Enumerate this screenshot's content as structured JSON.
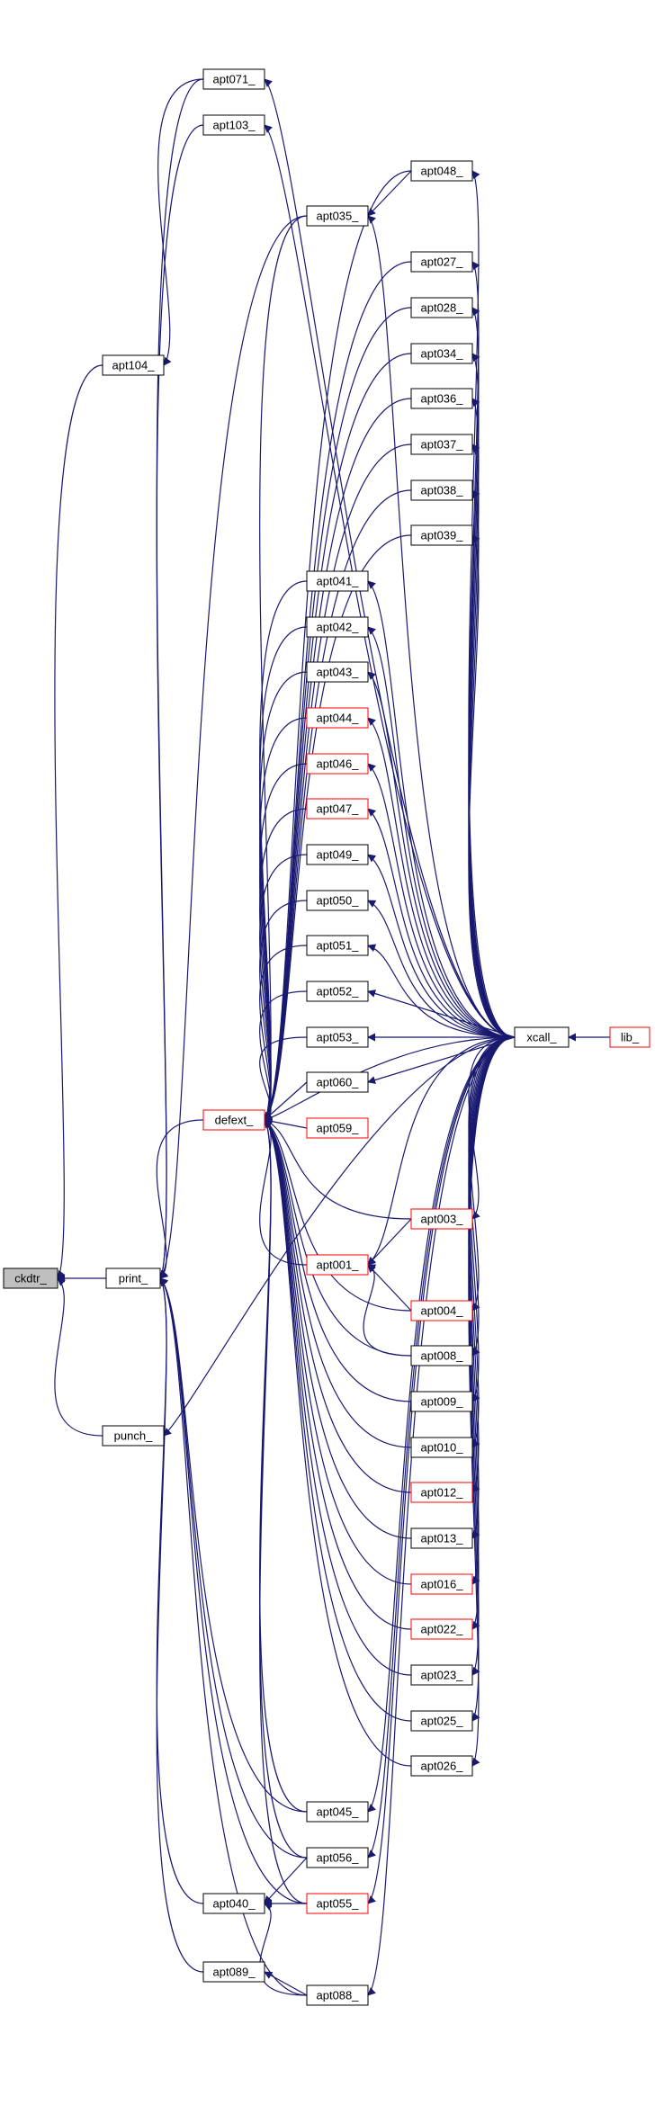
{
  "diagram": {
    "nodes": [
      {
        "id": "ckdtr",
        "label": "ckdtr_",
        "kind": "root"
      },
      {
        "id": "apt104",
        "label": "apt104_",
        "kind": "normal"
      },
      {
        "id": "print",
        "label": "print_",
        "kind": "normal"
      },
      {
        "id": "punch",
        "label": "punch_",
        "kind": "normal"
      },
      {
        "id": "apt071",
        "label": "apt071_",
        "kind": "normal"
      },
      {
        "id": "apt103",
        "label": "apt103_",
        "kind": "normal"
      },
      {
        "id": "apt035",
        "label": "apt035_",
        "kind": "normal"
      },
      {
        "id": "defext",
        "label": "defext_",
        "kind": "red"
      },
      {
        "id": "apt040",
        "label": "apt040_",
        "kind": "normal"
      },
      {
        "id": "apt089",
        "label": "apt089_",
        "kind": "normal"
      },
      {
        "id": "apt041",
        "label": "apt041_",
        "kind": "normal"
      },
      {
        "id": "apt042",
        "label": "apt042_",
        "kind": "normal"
      },
      {
        "id": "apt043",
        "label": "apt043_",
        "kind": "normal"
      },
      {
        "id": "apt044",
        "label": "apt044_",
        "kind": "red"
      },
      {
        "id": "apt046",
        "label": "apt046_",
        "kind": "red"
      },
      {
        "id": "apt047",
        "label": "apt047_",
        "kind": "red"
      },
      {
        "id": "apt049",
        "label": "apt049_",
        "kind": "normal"
      },
      {
        "id": "apt050",
        "label": "apt050_",
        "kind": "normal"
      },
      {
        "id": "apt051",
        "label": "apt051_",
        "kind": "normal"
      },
      {
        "id": "apt052",
        "label": "apt052_",
        "kind": "normal"
      },
      {
        "id": "apt053",
        "label": "apt053_",
        "kind": "normal"
      },
      {
        "id": "apt060",
        "label": "apt060_",
        "kind": "normal"
      },
      {
        "id": "apt059",
        "label": "apt059_",
        "kind": "red"
      },
      {
        "id": "apt001",
        "label": "apt001_",
        "kind": "red"
      },
      {
        "id": "apt045",
        "label": "apt045_",
        "kind": "normal"
      },
      {
        "id": "apt056",
        "label": "apt056_",
        "kind": "normal"
      },
      {
        "id": "apt055",
        "label": "apt055_",
        "kind": "red"
      },
      {
        "id": "apt088",
        "label": "apt088_",
        "kind": "normal"
      },
      {
        "id": "apt048",
        "label": "apt048_",
        "kind": "normal"
      },
      {
        "id": "apt027",
        "label": "apt027_",
        "kind": "normal"
      },
      {
        "id": "apt028",
        "label": "apt028_",
        "kind": "normal"
      },
      {
        "id": "apt034",
        "label": "apt034_",
        "kind": "normal"
      },
      {
        "id": "apt036",
        "label": "apt036_",
        "kind": "normal"
      },
      {
        "id": "apt037",
        "label": "apt037_",
        "kind": "normal"
      },
      {
        "id": "apt038",
        "label": "apt038_",
        "kind": "normal"
      },
      {
        "id": "apt039",
        "label": "apt039_",
        "kind": "normal"
      },
      {
        "id": "apt003",
        "label": "apt003_",
        "kind": "red"
      },
      {
        "id": "apt004",
        "label": "apt004_",
        "kind": "red"
      },
      {
        "id": "apt008",
        "label": "apt008_",
        "kind": "normal"
      },
      {
        "id": "apt009",
        "label": "apt009_",
        "kind": "normal"
      },
      {
        "id": "apt010",
        "label": "apt010_",
        "kind": "normal"
      },
      {
        "id": "apt012",
        "label": "apt012_",
        "kind": "red"
      },
      {
        "id": "apt013",
        "label": "apt013_",
        "kind": "normal"
      },
      {
        "id": "apt016",
        "label": "apt016_",
        "kind": "red"
      },
      {
        "id": "apt022",
        "label": "apt022_",
        "kind": "red"
      },
      {
        "id": "apt023",
        "label": "apt023_",
        "kind": "normal"
      },
      {
        "id": "apt025",
        "label": "apt025_",
        "kind": "normal"
      },
      {
        "id": "apt026",
        "label": "apt026_",
        "kind": "normal"
      },
      {
        "id": "xcall",
        "label": "xcall_",
        "kind": "normal"
      },
      {
        "id": "lib",
        "label": "lib_",
        "kind": "red"
      }
    ],
    "edges": [
      [
        "apt104",
        "ckdtr"
      ],
      [
        "print",
        "ckdtr"
      ],
      [
        "punch",
        "ckdtr"
      ],
      [
        "apt071",
        "apt104"
      ],
      [
        "defext",
        "print"
      ],
      [
        "apt071",
        "print"
      ],
      [
        "apt103",
        "print"
      ],
      [
        "apt035",
        "print"
      ],
      [
        "apt040",
        "print"
      ],
      [
        "apt089",
        "print"
      ],
      [
        "apt045",
        "print"
      ],
      [
        "apt056",
        "print"
      ],
      [
        "apt055",
        "print"
      ],
      [
        "apt088",
        "print"
      ],
      [
        "xcall",
        "punch"
      ],
      [
        "xcall",
        "apt071"
      ],
      [
        "xcall",
        "apt103"
      ],
      [
        "apt048",
        "apt035"
      ],
      [
        "xcall",
        "apt035"
      ],
      [
        "xcall",
        "apt048"
      ],
      [
        "apt048",
        "defext"
      ],
      [
        "apt027",
        "defext"
      ],
      [
        "apt028",
        "defext"
      ],
      [
        "apt034",
        "defext"
      ],
      [
        "apt036",
        "defext"
      ],
      [
        "apt037",
        "defext"
      ],
      [
        "apt038",
        "defext"
      ],
      [
        "apt039",
        "defext"
      ],
      [
        "apt041",
        "defext"
      ],
      [
        "apt042",
        "defext"
      ],
      [
        "apt043",
        "defext"
      ],
      [
        "apt044",
        "defext"
      ],
      [
        "apt046",
        "defext"
      ],
      [
        "apt047",
        "defext"
      ],
      [
        "apt049",
        "defext"
      ],
      [
        "apt050",
        "defext"
      ],
      [
        "apt051",
        "defext"
      ],
      [
        "apt052",
        "defext"
      ],
      [
        "apt053",
        "defext"
      ],
      [
        "apt060",
        "defext"
      ],
      [
        "apt059",
        "defext"
      ],
      [
        "xcall",
        "defext"
      ],
      [
        "apt003",
        "defext"
      ],
      [
        "apt001",
        "defext"
      ],
      [
        "apt004",
        "defext"
      ],
      [
        "apt008",
        "defext"
      ],
      [
        "apt009",
        "defext"
      ],
      [
        "apt010",
        "defext"
      ],
      [
        "apt012",
        "defext"
      ],
      [
        "apt013",
        "defext"
      ],
      [
        "apt016",
        "defext"
      ],
      [
        "apt022",
        "defext"
      ],
      [
        "apt023",
        "defext"
      ],
      [
        "apt025",
        "defext"
      ],
      [
        "apt026",
        "defext"
      ],
      [
        "apt045",
        "defext"
      ],
      [
        "apt056",
        "defext"
      ],
      [
        "apt055",
        "defext"
      ],
      [
        "apt035",
        "defext"
      ],
      [
        "xcall",
        "apt027"
      ],
      [
        "xcall",
        "apt028"
      ],
      [
        "xcall",
        "apt034"
      ],
      [
        "xcall",
        "apt036"
      ],
      [
        "xcall",
        "apt037"
      ],
      [
        "xcall",
        "apt038"
      ],
      [
        "xcall",
        "apt039"
      ],
      [
        "xcall",
        "apt041"
      ],
      [
        "xcall",
        "apt042"
      ],
      [
        "xcall",
        "apt043"
      ],
      [
        "xcall",
        "apt044"
      ],
      [
        "xcall",
        "apt046"
      ],
      [
        "xcall",
        "apt047"
      ],
      [
        "xcall",
        "apt049"
      ],
      [
        "xcall",
        "apt050"
      ],
      [
        "xcall",
        "apt051"
      ],
      [
        "xcall",
        "apt052"
      ],
      [
        "xcall",
        "apt053"
      ],
      [
        "xcall",
        "apt060"
      ],
      [
        "xcall",
        "apt003"
      ],
      [
        "apt003",
        "apt001"
      ],
      [
        "xcall",
        "apt001"
      ],
      [
        "apt004",
        "apt001"
      ],
      [
        "apt008",
        "apt001"
      ],
      [
        "xcall",
        "apt004"
      ],
      [
        "xcall",
        "apt008"
      ],
      [
        "xcall",
        "apt009"
      ],
      [
        "xcall",
        "apt010"
      ],
      [
        "xcall",
        "apt012"
      ],
      [
        "xcall",
        "apt013"
      ],
      [
        "xcall",
        "apt016"
      ],
      [
        "xcall",
        "apt022"
      ],
      [
        "xcall",
        "apt023"
      ],
      [
        "xcall",
        "apt025"
      ],
      [
        "xcall",
        "apt026"
      ],
      [
        "xcall",
        "apt045"
      ],
      [
        "xcall",
        "apt056"
      ],
      [
        "xcall",
        "apt055"
      ],
      [
        "apt056",
        "apt040"
      ],
      [
        "apt055",
        "apt040"
      ],
      [
        "apt088",
        "apt040"
      ],
      [
        "apt088",
        "apt089"
      ],
      [
        "xcall",
        "apt088"
      ],
      [
        "lib",
        "xcall"
      ]
    ]
  }
}
